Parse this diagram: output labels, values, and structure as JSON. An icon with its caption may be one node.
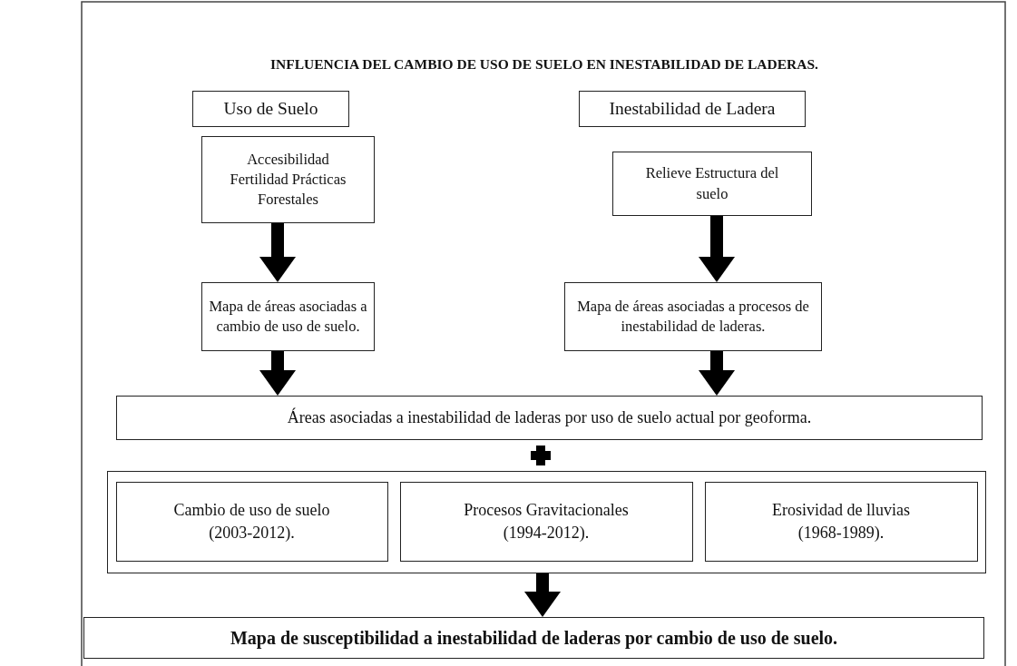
{
  "diagram": {
    "title": "INFLUENCIA DEL CAMBIO DE USO DE SUELO EN INESTABILIDAD DE LADERAS.",
    "nodes": [
      {
        "text": [
          "Uso de Suelo"
        ]
      },
      {
        "text": [
          "Inestabilidad de Ladera"
        ]
      },
      {
        "text": [
          "Accesibilidad Fertilidad Prácticas Forestales"
        ]
      },
      {
        "text": [
          "Relieve Estructura del suelo"
        ]
      },
      {
        "text": [
          "Mapa de áreas asociadas a cambio de uso de suelo."
        ]
      },
      {
        "text": [
          "Mapa de áreas asociadas a procesos de inestabilidad de laderas."
        ]
      },
      {
        "text": [
          "Áreas asociadas a inestabilidad de laderas por uso de suelo actual por geoforma."
        ]
      },
      {
        "text": [],
        "shape": "box"
      },
      {
        "text": [
          "Cambio de uso de suelo (2003-2012)."
        ],
        "in": 7
      },
      {
        "text": [
          "Procesos Gravitacionales (1994-2012)."
        ],
        "in": 7
      },
      {
        "text": [
          "Erosividad de lluvias (1968-1989)."
        ],
        "in": 7
      },
      {
        "text": [
          "Mapa de susceptibilidad a inestabilidad de laderas por cambio de uso de suelo."
        ]
      }
    ],
    "edges": [
      {
        "from": 2,
        "to": 4,
        "arrow": "to"
      },
      {
        "from": 3,
        "to": 5,
        "arrow": "to"
      },
      {
        "from": 4,
        "to": 6,
        "arrow": "to"
      },
      {
        "from": 5,
        "to": 6,
        "arrow": "to"
      },
      {
        "from": 7,
        "to": 11,
        "arrow": "to"
      }
    ]
  }
}
